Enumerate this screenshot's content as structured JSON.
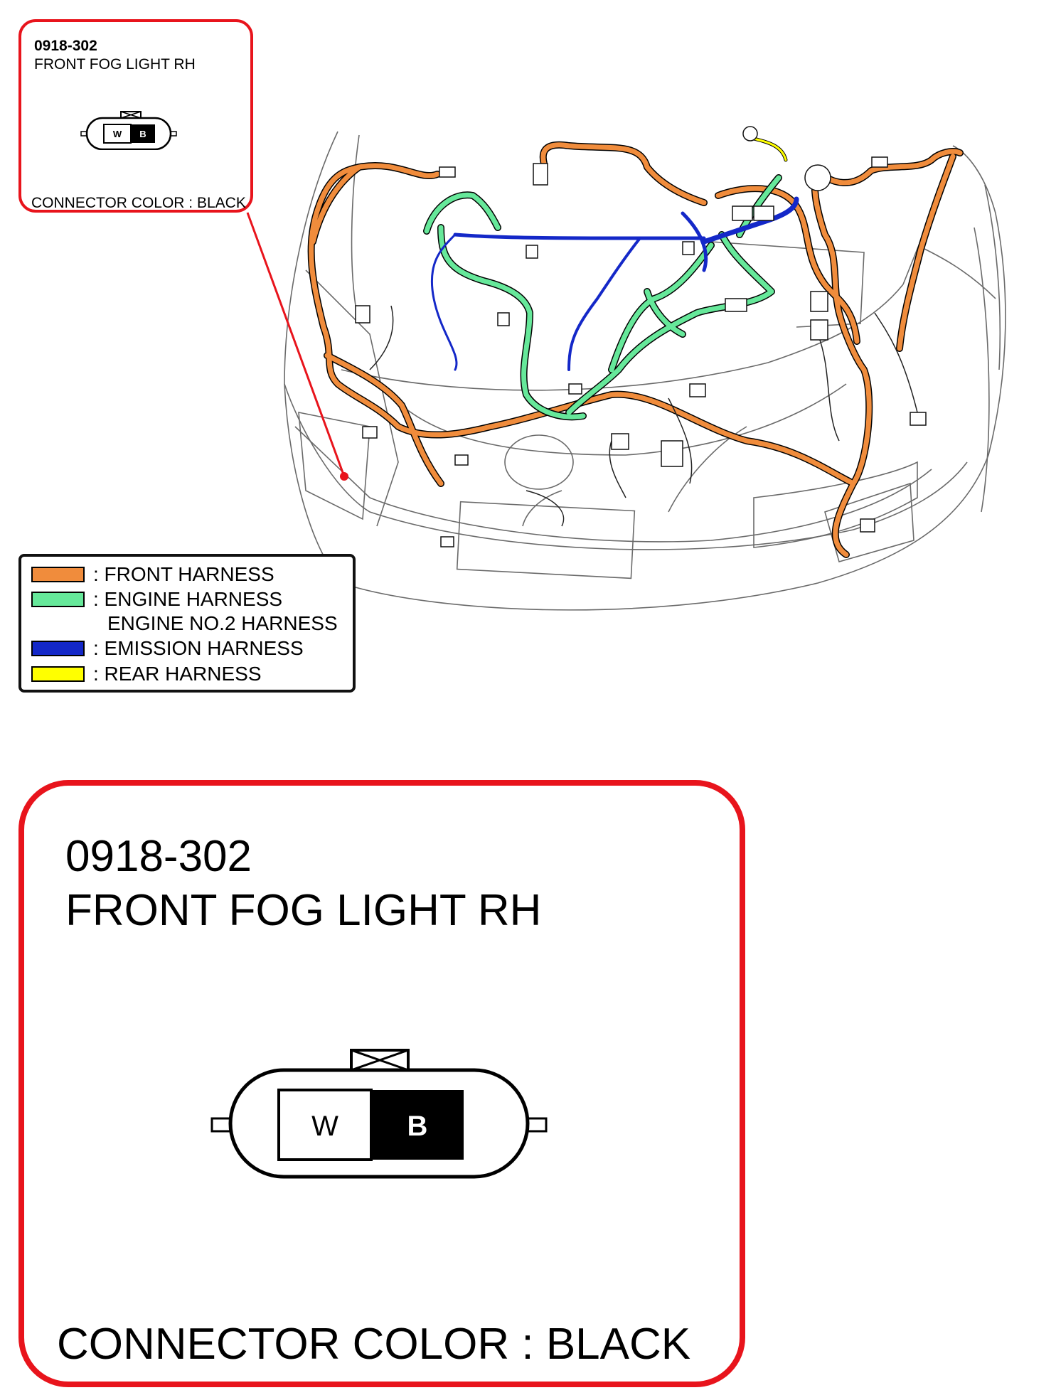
{
  "callout_small": {
    "code": "0918-302",
    "name": "FRONT FOG LIGHT RH",
    "connector_color": "CONNECTOR COLOR : BLACK",
    "pin_w": "W",
    "pin_b": "B"
  },
  "legend": {
    "items": [
      {
        "label": ": FRONT HARNESS",
        "color": "#f08c3c"
      },
      {
        "label": ": ENGINE HARNESS",
        "color": "#66e89a"
      },
      {
        "label": ": EMISSION HARNESS",
        "color": "#1428c8"
      },
      {
        "label": ": REAR HARNESS",
        "color": "#ffff00"
      }
    ],
    "engine_sub": "ENGINE NO.2 HARNESS"
  },
  "callout_big": {
    "code": "0918-302",
    "name": "FRONT FOG LIGHT RH",
    "connector_color": "CONNECTOR COLOR : BLACK",
    "pin_w": "W",
    "pin_b": "B"
  },
  "colors": {
    "callout_border": "#e8141c",
    "pointer": "#e8141c"
  }
}
